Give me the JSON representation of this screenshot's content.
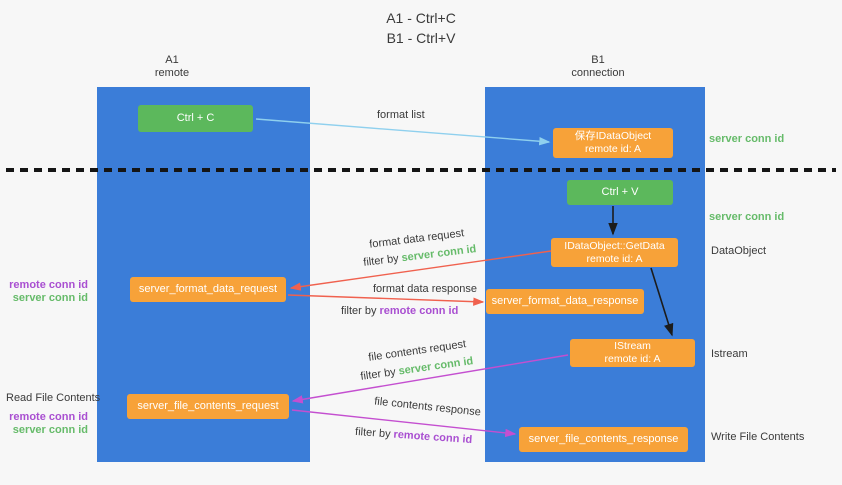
{
  "title": {
    "line1": "A1 - Ctrl+C",
    "line2": "B1 - Ctrl+V"
  },
  "lanes": {
    "left": {
      "name": "A1",
      "subtitle": "remote"
    },
    "right": {
      "name": "B1",
      "subtitle": "connection"
    }
  },
  "nodes": {
    "ctrl_c": {
      "label": "Ctrl + C"
    },
    "ctrl_v": {
      "label": "Ctrl + V"
    },
    "save_dataobject": {
      "line1": "保存IDataObject",
      "line2": "remote id: A"
    },
    "getdata": {
      "line1": "IDataObject::GetData",
      "line2": "remote id: A"
    },
    "istream": {
      "line1": "IStream",
      "line2": "remote id: A"
    },
    "format_request": {
      "label": "server_format_data_request"
    },
    "format_response": {
      "label": "server_format_data_response"
    },
    "file_request": {
      "label": "server_file_contents_request"
    },
    "file_response": {
      "label": "server_file_contents_response"
    }
  },
  "arrow_labels": {
    "format_list": "format list",
    "format_data_request": "format data request",
    "format_data_response": "format data response",
    "file_contents_request": "file contents request",
    "file_contents_response": "file contents response",
    "filter_by": "filter by",
    "server_conn_id": "server conn id",
    "remote_conn_id": "remote conn id"
  },
  "side_labels": {
    "server_conn_id": "server conn id",
    "remote_conn_id": "remote conn id",
    "dataobject": "DataObject",
    "istream": "Istream",
    "read_file_contents": "Read File Contents",
    "write_file_contents": "Write File Contents"
  },
  "colors": {
    "lane_blue": "#3b7dd8",
    "box_green": "#5cb85c",
    "box_orange": "#f7a239",
    "arrow_blue": "#8fd0ee",
    "arrow_red": "#f0614e",
    "arrow_magenta": "#c44fd0",
    "arrow_black": "#1c1c1c",
    "text_green": "#66bb6a",
    "text_purple": "#a94fd1"
  }
}
